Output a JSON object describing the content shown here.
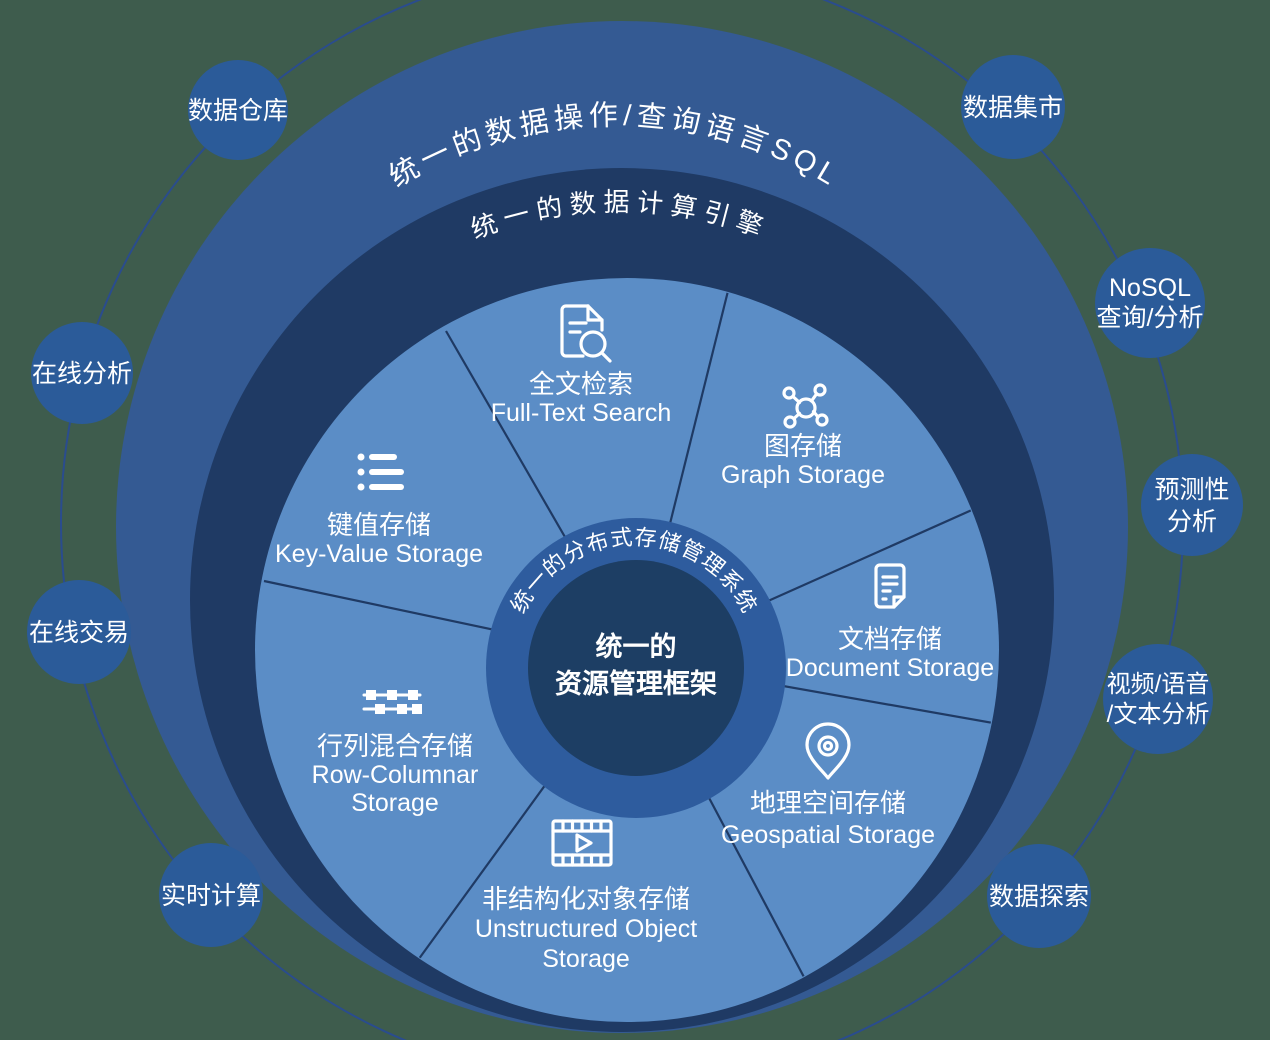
{
  "diagram": {
    "outer_ring_label": "统一的数据操作/查询语言SQL",
    "compute_ring_label": "统一的数据计算引擎",
    "storage_ring_label": "统一的分布式存储管理系统",
    "center_label_line1": "统一的",
    "center_label_line2": "资源管理框架"
  },
  "segments": [
    {
      "icon": "fulltext-search-icon",
      "zh": "全文检索",
      "en": "Full-Text Search"
    },
    {
      "icon": "graph-storage-icon",
      "zh": "图存储",
      "en": "Graph Storage"
    },
    {
      "icon": "document-storage-icon",
      "zh": "文档存储",
      "en": "Document Storage"
    },
    {
      "icon": "geospatial-storage-icon",
      "zh": "地理空间存储",
      "en": "Geospatial Storage"
    },
    {
      "icon": "unstructured-object-storage-icon",
      "zh": "非结构化对象存储",
      "en1": "Unstructured Object",
      "en2": "Storage"
    },
    {
      "icon": "row-columnar-storage-icon",
      "zh": "行列混合存储",
      "en1": "Row-Columnar",
      "en2": "Storage"
    },
    {
      "icon": "key-value-storage-icon",
      "zh": "键值存储",
      "en": "Key-Value Storage"
    }
  ],
  "satellites": [
    {
      "line1": "数据仓库"
    },
    {
      "line1": "数据集市"
    },
    {
      "line1": "NoSQL",
      "line2": "查询/分析"
    },
    {
      "line1": "预测性",
      "line2": "分析"
    },
    {
      "line1": "视频/语音",
      "line2": "/文本分析"
    },
    {
      "line1": "数据探索"
    },
    {
      "line1": "实时计算"
    },
    {
      "line1": "在线交易"
    },
    {
      "line1": "在线分析"
    }
  ],
  "colors": {
    "background_green": "#3e5c4d",
    "outer_ring_blue": "#345a93",
    "compute_ring_navy": "#1f3a64",
    "disk_light_blue": "#5b8dc6",
    "inner_ring_blue": "#2e5c9e",
    "center_navy": "#1d3e64",
    "satellite_blue": "#2b5b99",
    "orbit_stroke": "#2a4c8e",
    "text_white": "#ffffff"
  }
}
